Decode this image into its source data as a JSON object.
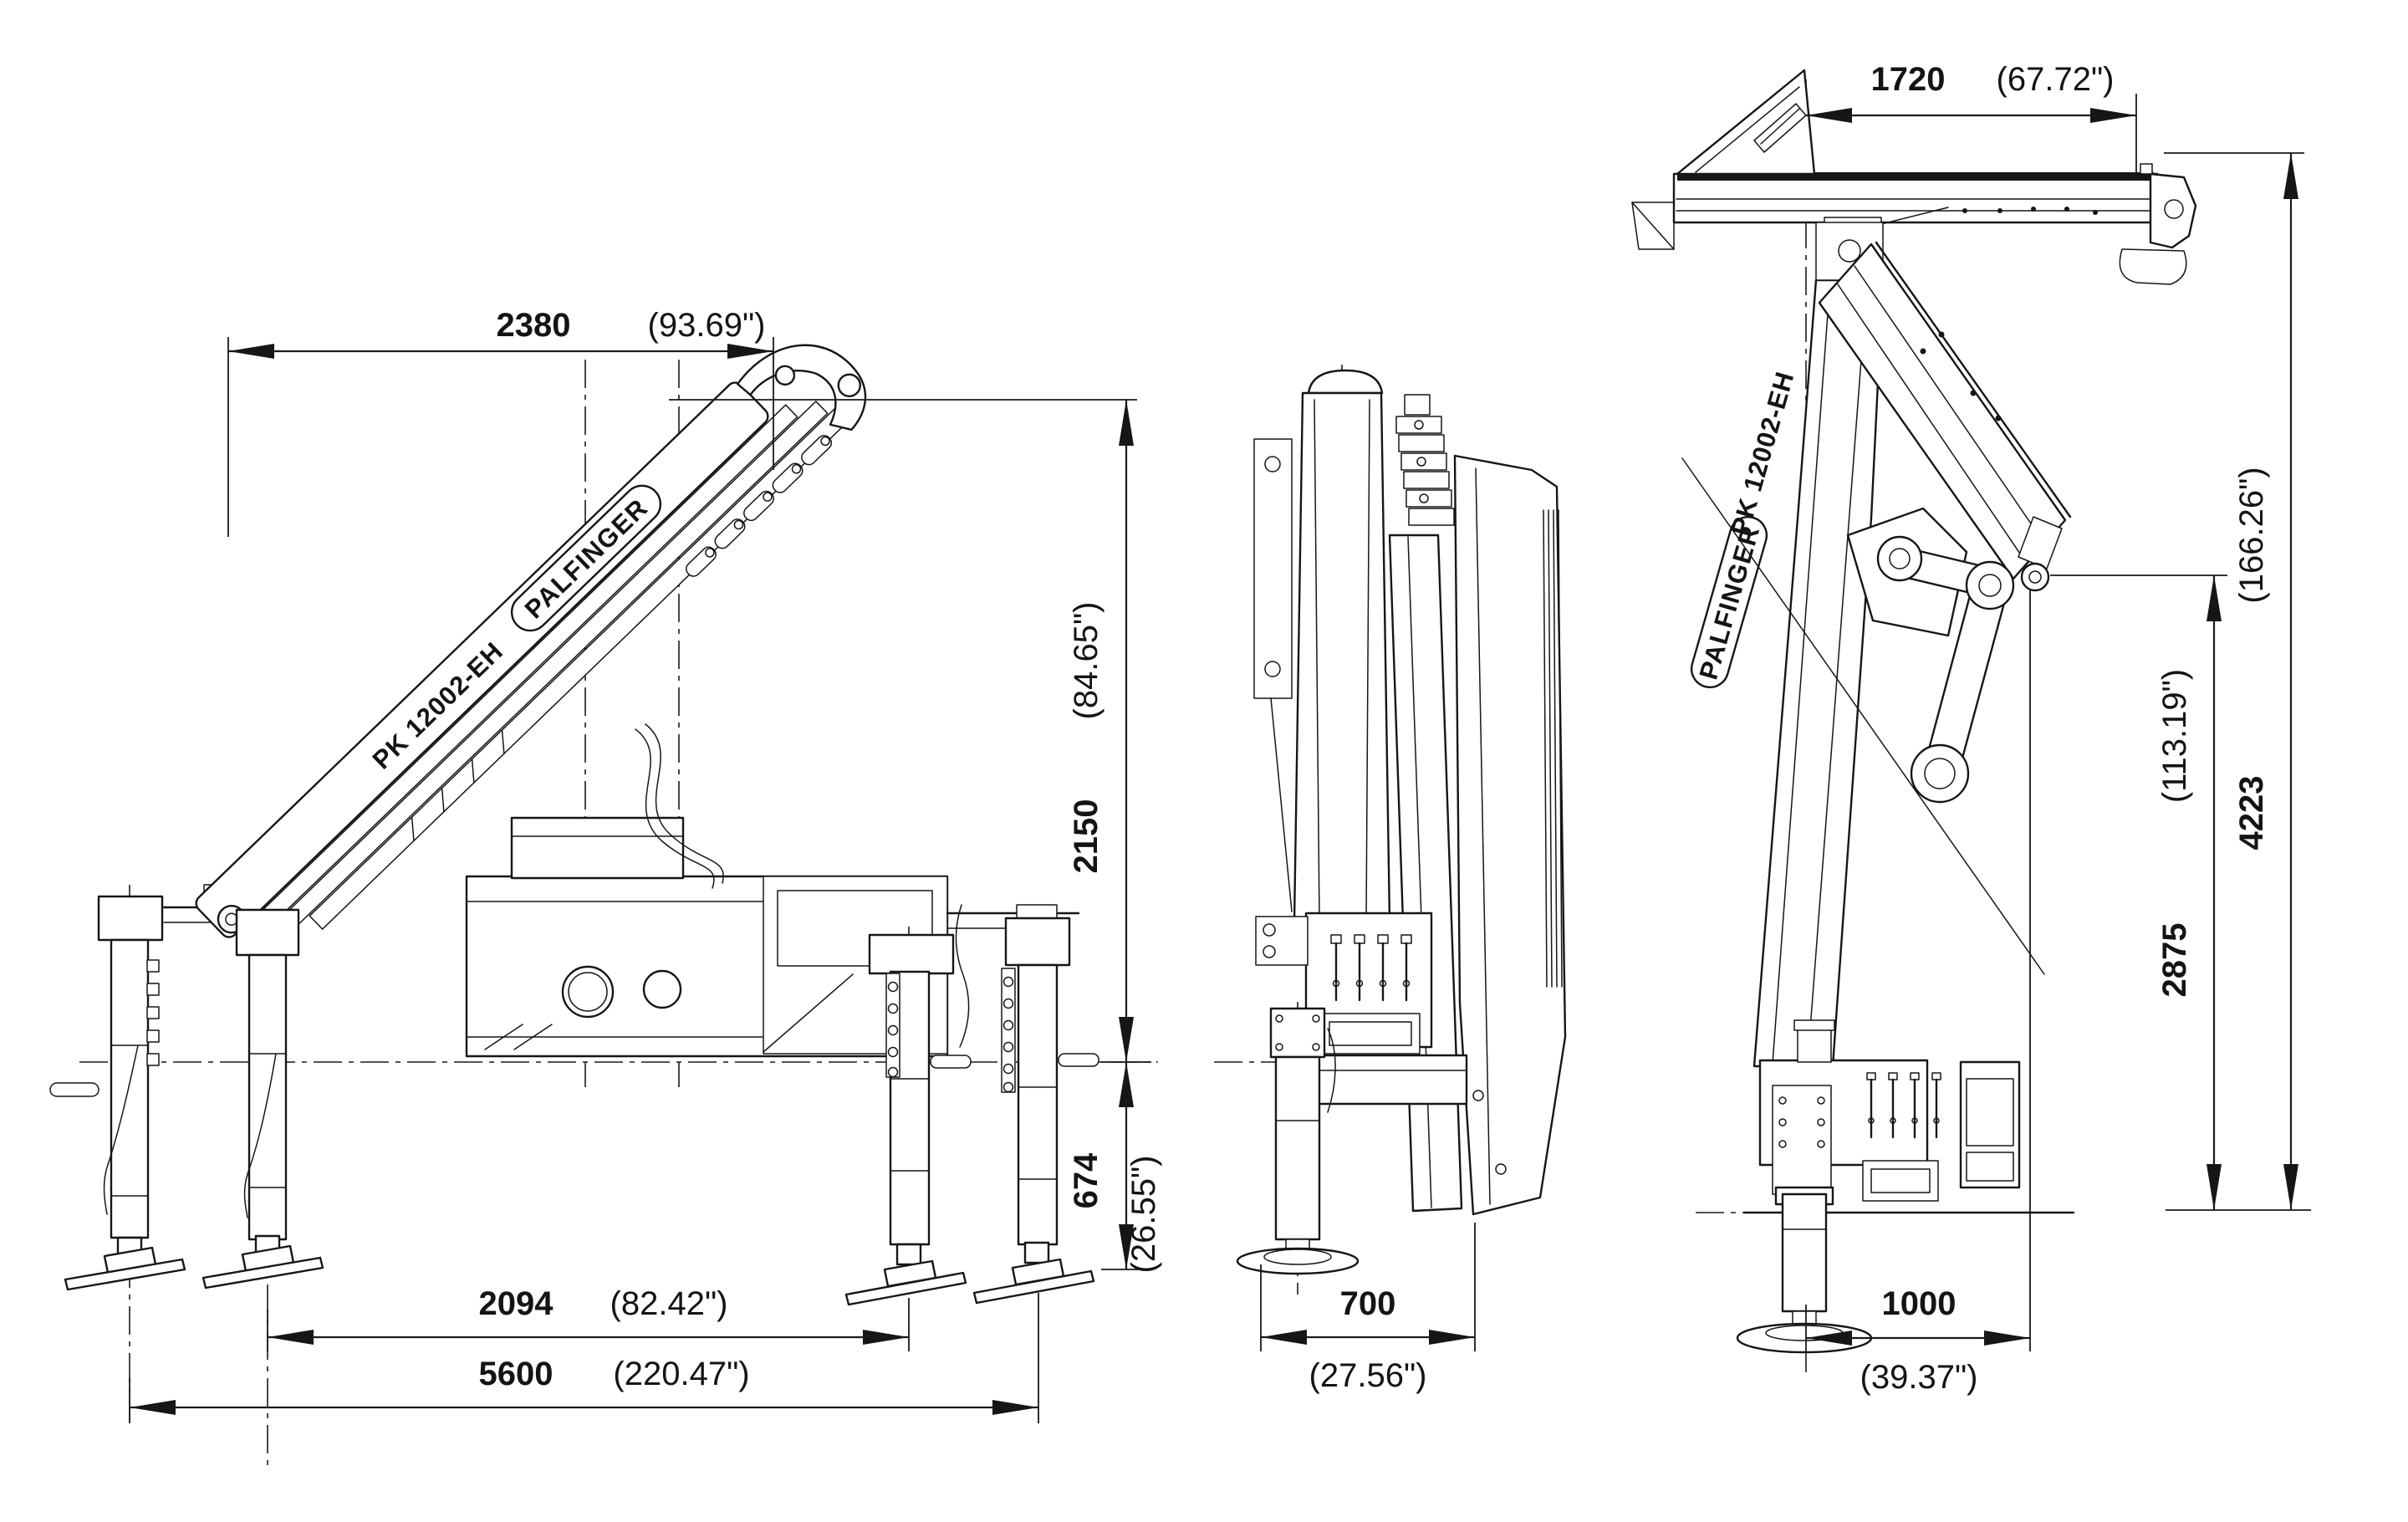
{
  "branding": {
    "logo": "PALFINGER",
    "model": "PK 12002-EH"
  },
  "dims": {
    "d2380": {
      "mm": "2380",
      "in": "(93.69\")"
    },
    "d2150": {
      "mm": "2150",
      "in": "(84.65\")"
    },
    "d674": {
      "mm": "674",
      "in": "(26.55\")"
    },
    "d2094": {
      "mm": "2094",
      "in": "(82.42\")"
    },
    "d5600": {
      "mm": "5600",
      "in": "(220.47\")"
    },
    "d700": {
      "mm": "700",
      "in": "(27.56\")"
    },
    "d1720": {
      "mm": "1720",
      "in": "(67.72\")"
    },
    "d4223": {
      "mm": "4223",
      "in": "(166.26\")"
    },
    "d2875": {
      "mm": "2875",
      "in": "(113.19\")"
    },
    "d1000": {
      "mm": "1000",
      "in": "(39.37\")"
    }
  }
}
